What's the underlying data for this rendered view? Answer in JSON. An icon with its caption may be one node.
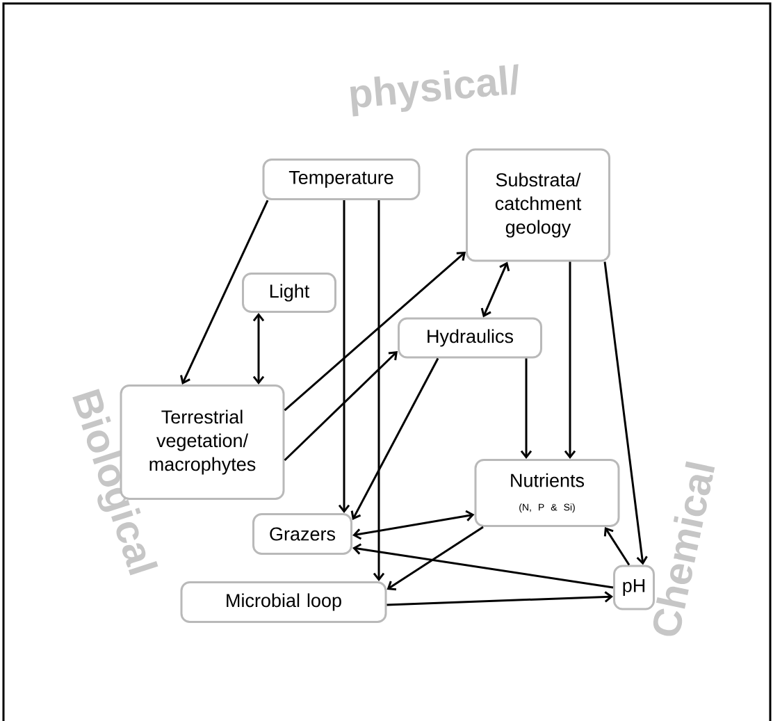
{
  "diagram": {
    "nodes": [
      {
        "text": [
          "Temperature"
        ]
      },
      {
        "text": [
          "Substrata/ catchment geology"
        ]
      },
      {
        "text": [
          "Light"
        ]
      },
      {
        "text": [
          "Hydraulics"
        ]
      },
      {
        "text": [
          "Terrestrial vegetation/ macrophytes"
        ]
      },
      {
        "text": [
          "Nutrients",
          "(N, P & Si)"
        ]
      },
      {
        "text": [
          "Grazers"
        ]
      },
      {
        "text": [
          "Microbial loop"
        ]
      },
      {
        "text": [
          "pH"
        ]
      }
    ],
    "edges": [
      {
        "from": 0,
        "to": 4,
        "arrow": "to"
      },
      {
        "from": 0,
        "to": 6,
        "arrow": "to"
      },
      {
        "from": 0,
        "to": 7,
        "arrow": "to"
      },
      {
        "from": 2,
        "to": 4,
        "arrow": "both"
      },
      {
        "from": 4,
        "to": 1,
        "arrow": "to"
      },
      {
        "from": 4,
        "to": 3,
        "arrow": "to"
      },
      {
        "from": 1,
        "to": 3,
        "arrow": "both"
      },
      {
        "from": 1,
        "to": 5,
        "arrow": "to"
      },
      {
        "from": 1,
        "to": 8,
        "arrow": "to"
      },
      {
        "from": 3,
        "to": 6,
        "arrow": "to"
      },
      {
        "from": 3,
        "to": 5,
        "arrow": "to"
      },
      {
        "from": 6,
        "to": 5,
        "arrow": "both"
      },
      {
        "from": 5,
        "to": 7,
        "arrow": "to"
      },
      {
        "from": 8,
        "to": 6,
        "arrow": "to"
      },
      {
        "from": 8,
        "to": 5,
        "arrow": "to"
      },
      {
        "from": 7,
        "to": 8,
        "arrow": "to"
      }
    ],
    "labels": [
      "physical/",
      "Biological",
      "Chemical"
    ]
  }
}
